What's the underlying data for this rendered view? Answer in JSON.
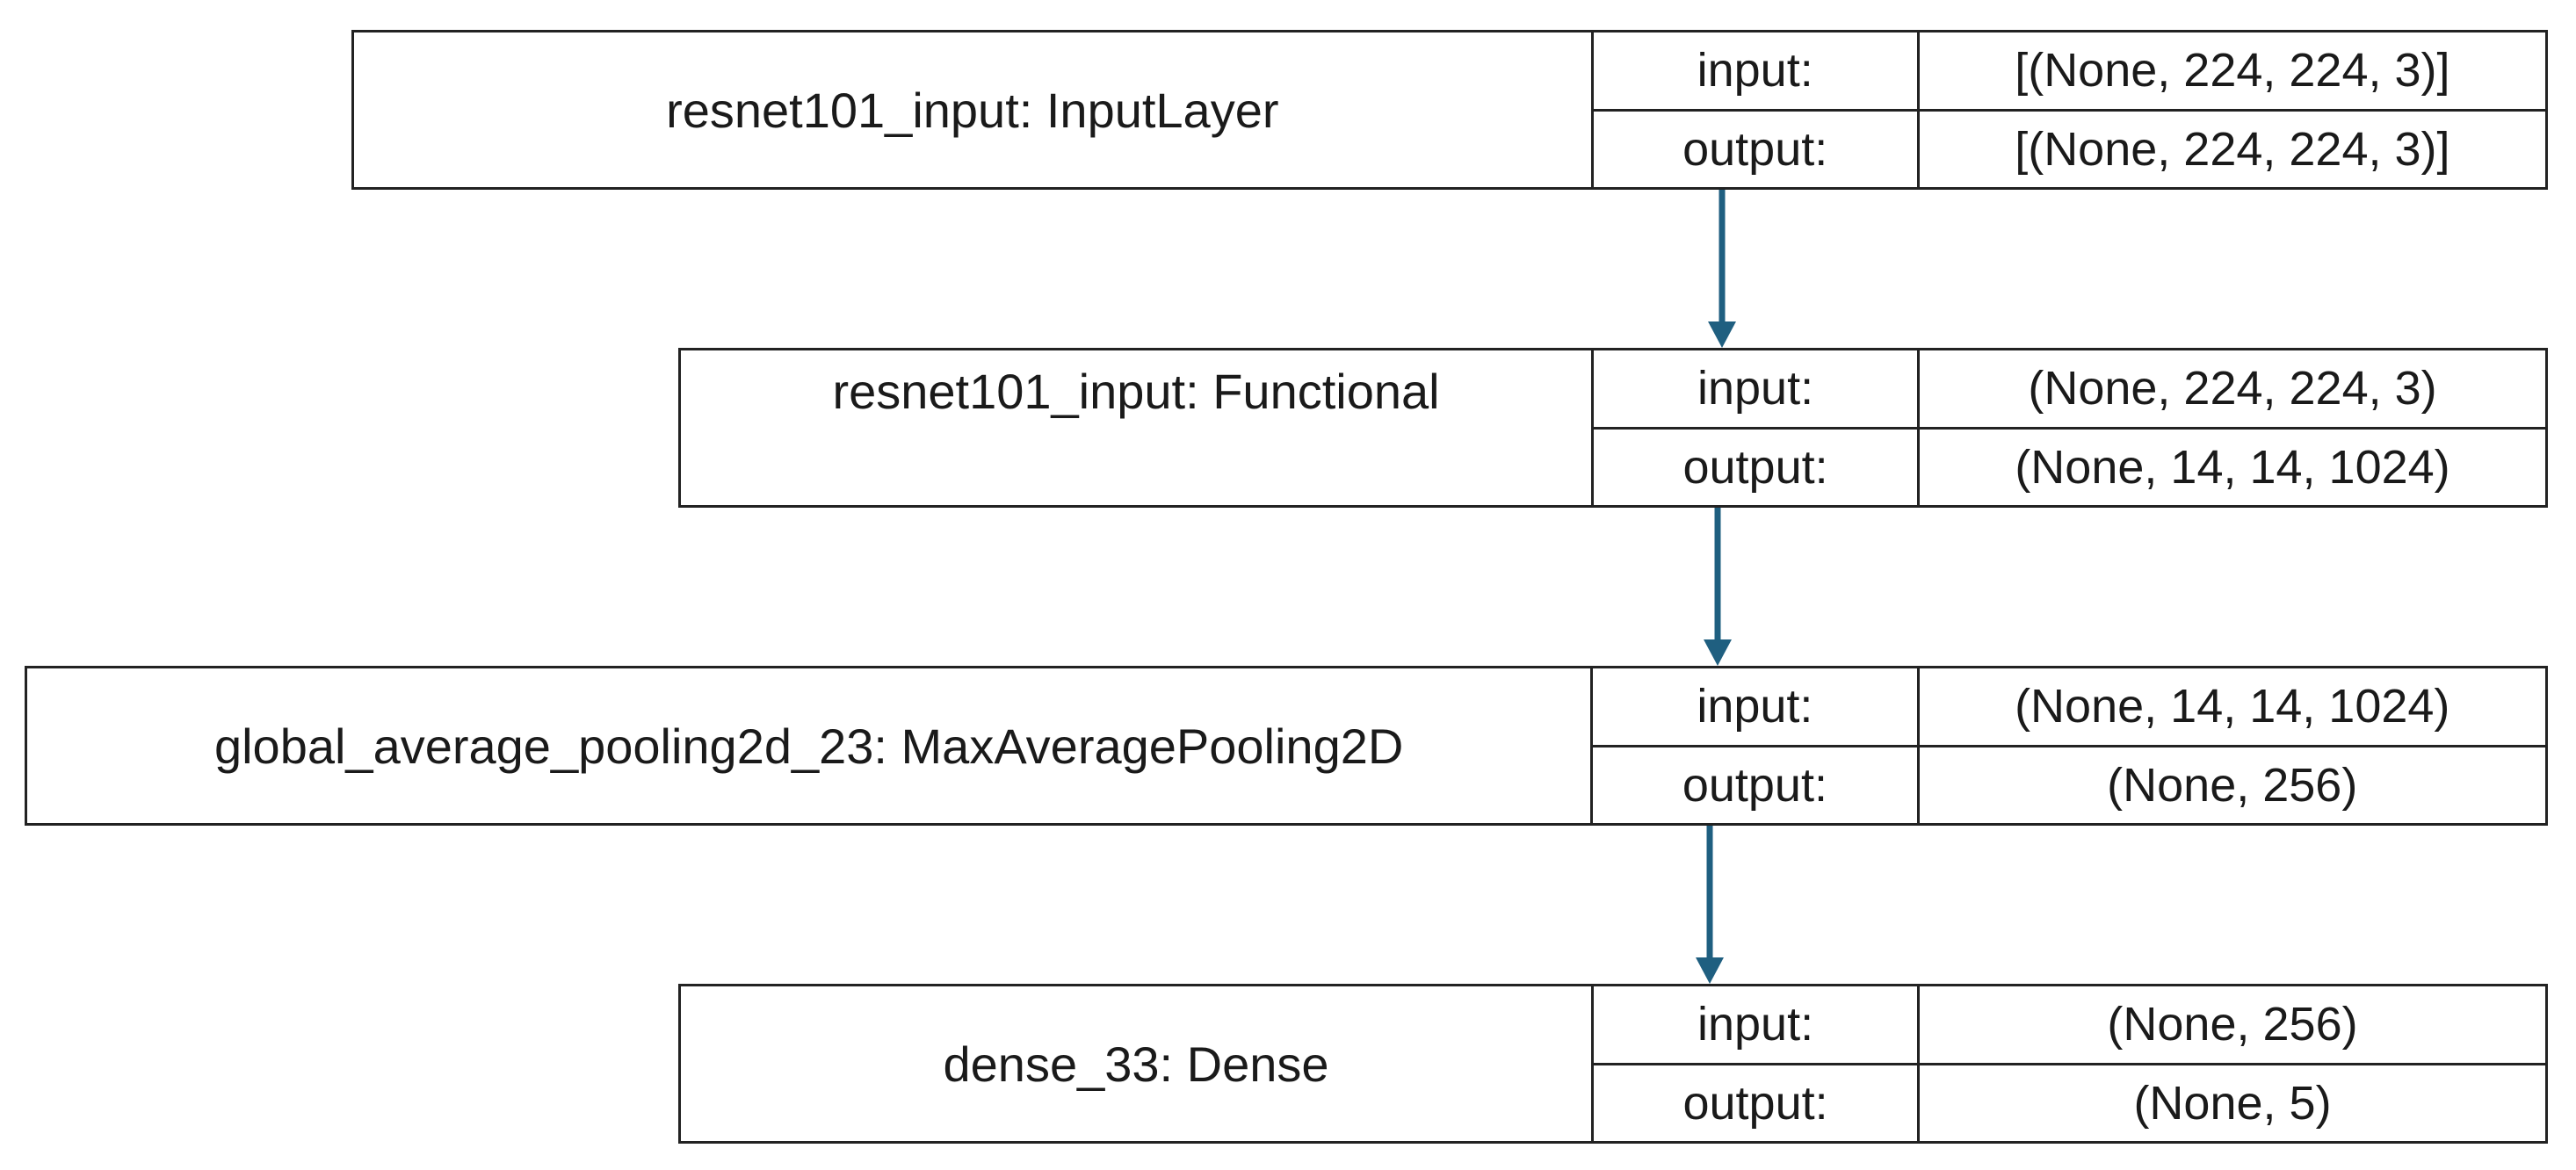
{
  "layers": [
    {
      "name": "resnet101_input: InputLayer",
      "input_label": "input:",
      "input_value": "[(None, 224, 224, 3)]",
      "output_label": "output:",
      "output_value": "[(None, 224, 224, 3)]"
    },
    {
      "name": "resnet101_input: Functional",
      "input_label": "input:",
      "input_value": "(None, 224, 224, 3)",
      "output_label": "output:",
      "output_value": "(None, 14, 14, 1024)"
    },
    {
      "name": "global_average_pooling2d_23: MaxAveragePooling2D",
      "input_label": "input:",
      "input_value": "(None, 14, 14, 1024)",
      "output_label": "output:",
      "output_value": "(None, 256)"
    },
    {
      "name": "dense_33: Dense",
      "input_label": "input:",
      "input_value": "(None, 256)",
      "output_label": "output:",
      "output_value": "(None, 5)"
    }
  ],
  "colors": {
    "arrow": "#1f5f80",
    "border": "#222222"
  }
}
